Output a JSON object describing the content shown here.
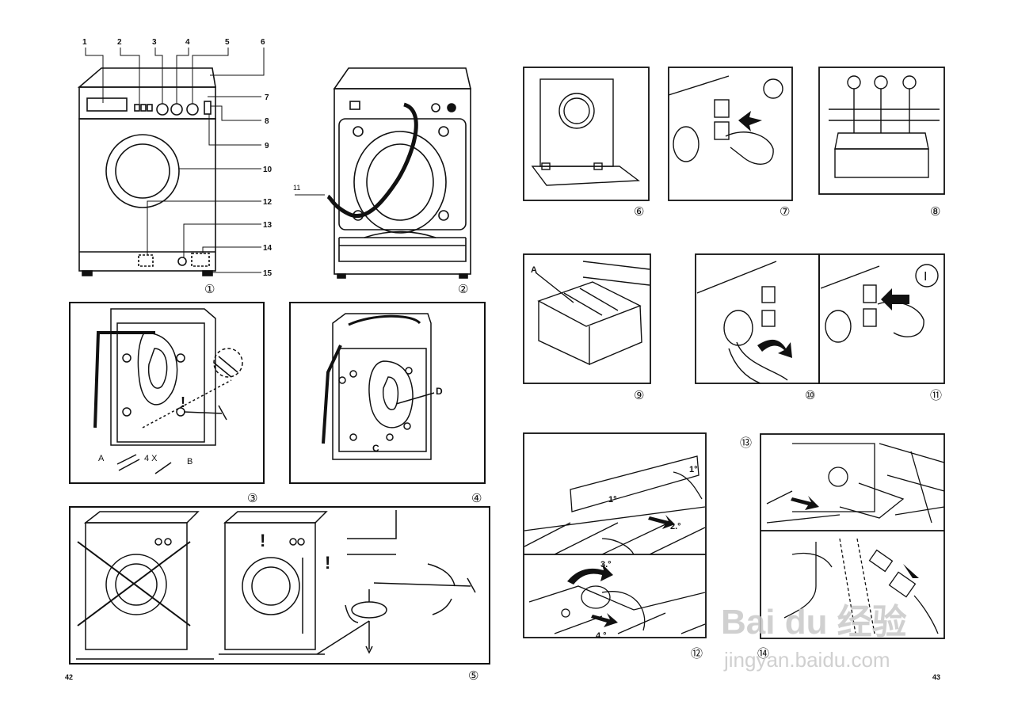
{
  "callouts": [
    "1",
    "2",
    "3",
    "4",
    "5",
    "6",
    "7",
    "8",
    "9",
    "10",
    "11",
    "12",
    "13",
    "14",
    "15"
  ],
  "figures": [
    "①",
    "②",
    "③",
    "④",
    "⑤",
    "⑥",
    "⑦",
    "⑧",
    "⑨",
    "⑩",
    "⑪",
    "⑫",
    "⑬",
    "⑭"
  ],
  "fig3": {
    "label_a": "A",
    "label_b": "B",
    "qty": "4 X"
  },
  "fig4": {
    "label_c": "C",
    "label_d": "D"
  },
  "fig5": {
    "warn": "!"
  },
  "fig9": {
    "label_a": "A"
  },
  "fig11": {
    "symbol": "I"
  },
  "fig12": {
    "step1": "1°",
    "step2": "2.°",
    "step3": "3.°",
    "step4": "4.°"
  },
  "page_numbers": {
    "left": "42",
    "right": "43"
  },
  "watermark": {
    "logo": "Bai du 经验",
    "url": "jingyan.baidu.com"
  }
}
